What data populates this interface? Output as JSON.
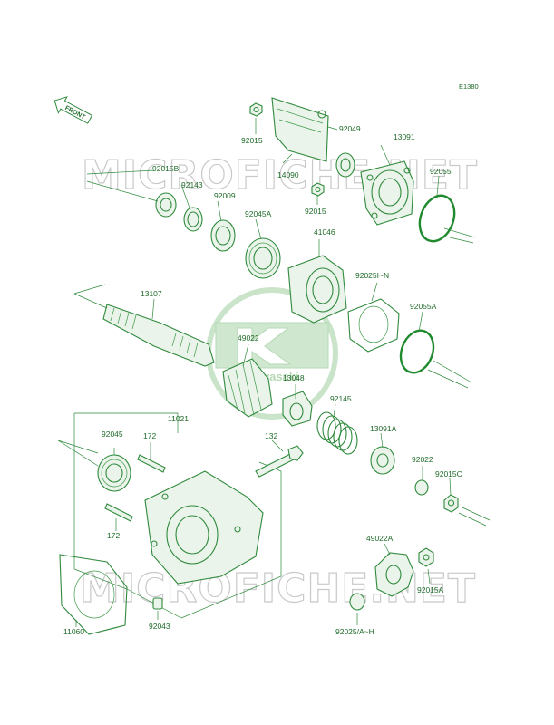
{
  "diagram": {
    "code": "E1380",
    "direction_label": "FRONT",
    "watermark": "MICROFICHE.NET",
    "logo_text": "Kawasaki",
    "parts": [
      {
        "id": "p92015a",
        "label": "92015"
      },
      {
        "id": "p92049",
        "label": "92049"
      },
      {
        "id": "p13091",
        "label": "13091"
      },
      {
        "id": "p14090",
        "label": "14090"
      },
      {
        "id": "p92015b",
        "label": "92015B"
      },
      {
        "id": "p92143",
        "label": "92143"
      },
      {
        "id": "p92009",
        "label": "92009"
      },
      {
        "id": "p92045a",
        "label": "92045A"
      },
      {
        "id": "p92015c",
        "label": "92015"
      },
      {
        "id": "p92055",
        "label": "92055"
      },
      {
        "id": "p41046",
        "label": "41046"
      },
      {
        "id": "p92025in",
        "label": "92025I~N"
      },
      {
        "id": "p92055a",
        "label": "92055A"
      },
      {
        "id": "p13107",
        "label": "13107"
      },
      {
        "id": "p49022",
        "label": "49022"
      },
      {
        "id": "p13048",
        "label": "13048"
      },
      {
        "id": "p92145",
        "label": "92145"
      },
      {
        "id": "p13091a",
        "label": "13091A"
      },
      {
        "id": "p11021",
        "label": "11021"
      },
      {
        "id": "p92045",
        "label": "92045"
      },
      {
        "id": "p172a",
        "label": "172"
      },
      {
        "id": "p132",
        "label": "132"
      },
      {
        "id": "p92022",
        "label": "92022"
      },
      {
        "id": "p92015cc",
        "label": "92015C"
      },
      {
        "id": "p172b",
        "label": "172"
      },
      {
        "id": "p49022a",
        "label": "49022A"
      },
      {
        "id": "p92015aa",
        "label": "92015A"
      },
      {
        "id": "p11060",
        "label": "11060"
      },
      {
        "id": "p92043",
        "label": "92043"
      },
      {
        "id": "p92025ah",
        "label": "92025/A~H"
      }
    ]
  }
}
